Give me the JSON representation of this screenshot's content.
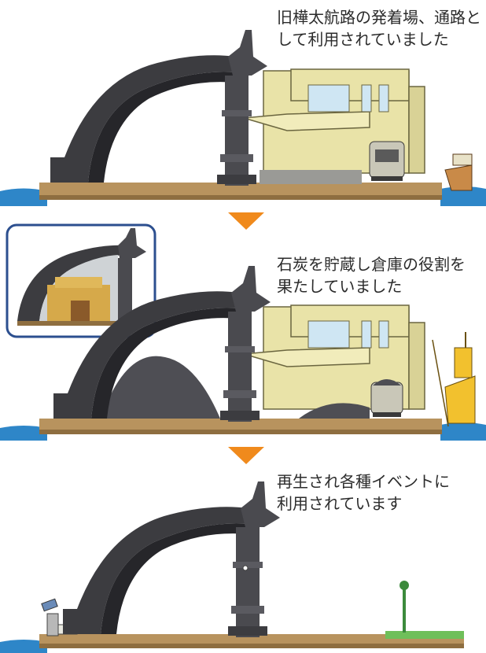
{
  "stages": [
    {
      "caption_lines": [
        "旧樺太航路の発着場、通路と",
        "して利用されていました"
      ]
    },
    {
      "caption_lines": [
        "石炭を貯蔵し倉庫の役割を",
        "果たしていました"
      ]
    },
    {
      "caption_lines": [
        "再生され各種イベントに",
        "利用されています"
      ]
    }
  ],
  "colors": {
    "arch": "#3c3c40",
    "arch_dark": "#26262a",
    "ground": "#b8935e",
    "water": "#2e86c8",
    "building": "#e9e3a8",
    "coal": "#4e4e54",
    "arrow": "#f08a1c",
    "grass": "#6fbf5a",
    "inset_border": "#2c4f8f"
  },
  "icons": [
    "arch-structure",
    "warehouse-building",
    "rail-car",
    "ship",
    "coal-pile",
    "down-arrow-icon",
    "street-lamp",
    "telescope"
  ]
}
